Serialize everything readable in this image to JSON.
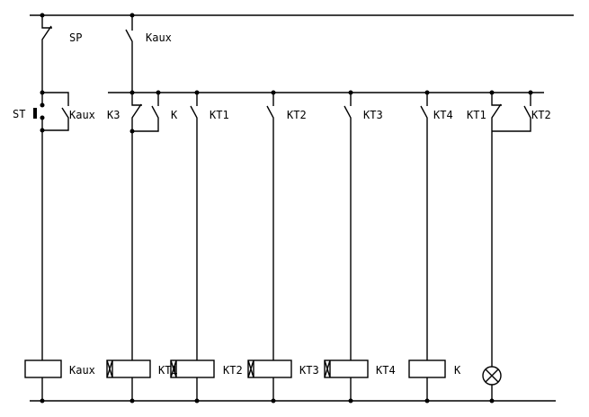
{
  "contacts": {
    "sp": "SP",
    "kaux_main": "Kaux",
    "st": "ST",
    "kaux_hold": "Kaux",
    "k3": "K3",
    "k": "K",
    "kt1": "KT1",
    "kt2": "KT2",
    "kt3": "KT3",
    "kt4": "KT4",
    "kt1_nc": "KT1",
    "kt2_no": "KT2"
  },
  "coils": {
    "kaux": "Kaux",
    "kt1": "KT1",
    "kt2": "KT2",
    "kt3": "KT3",
    "kt4": "KT4",
    "k": "K"
  }
}
